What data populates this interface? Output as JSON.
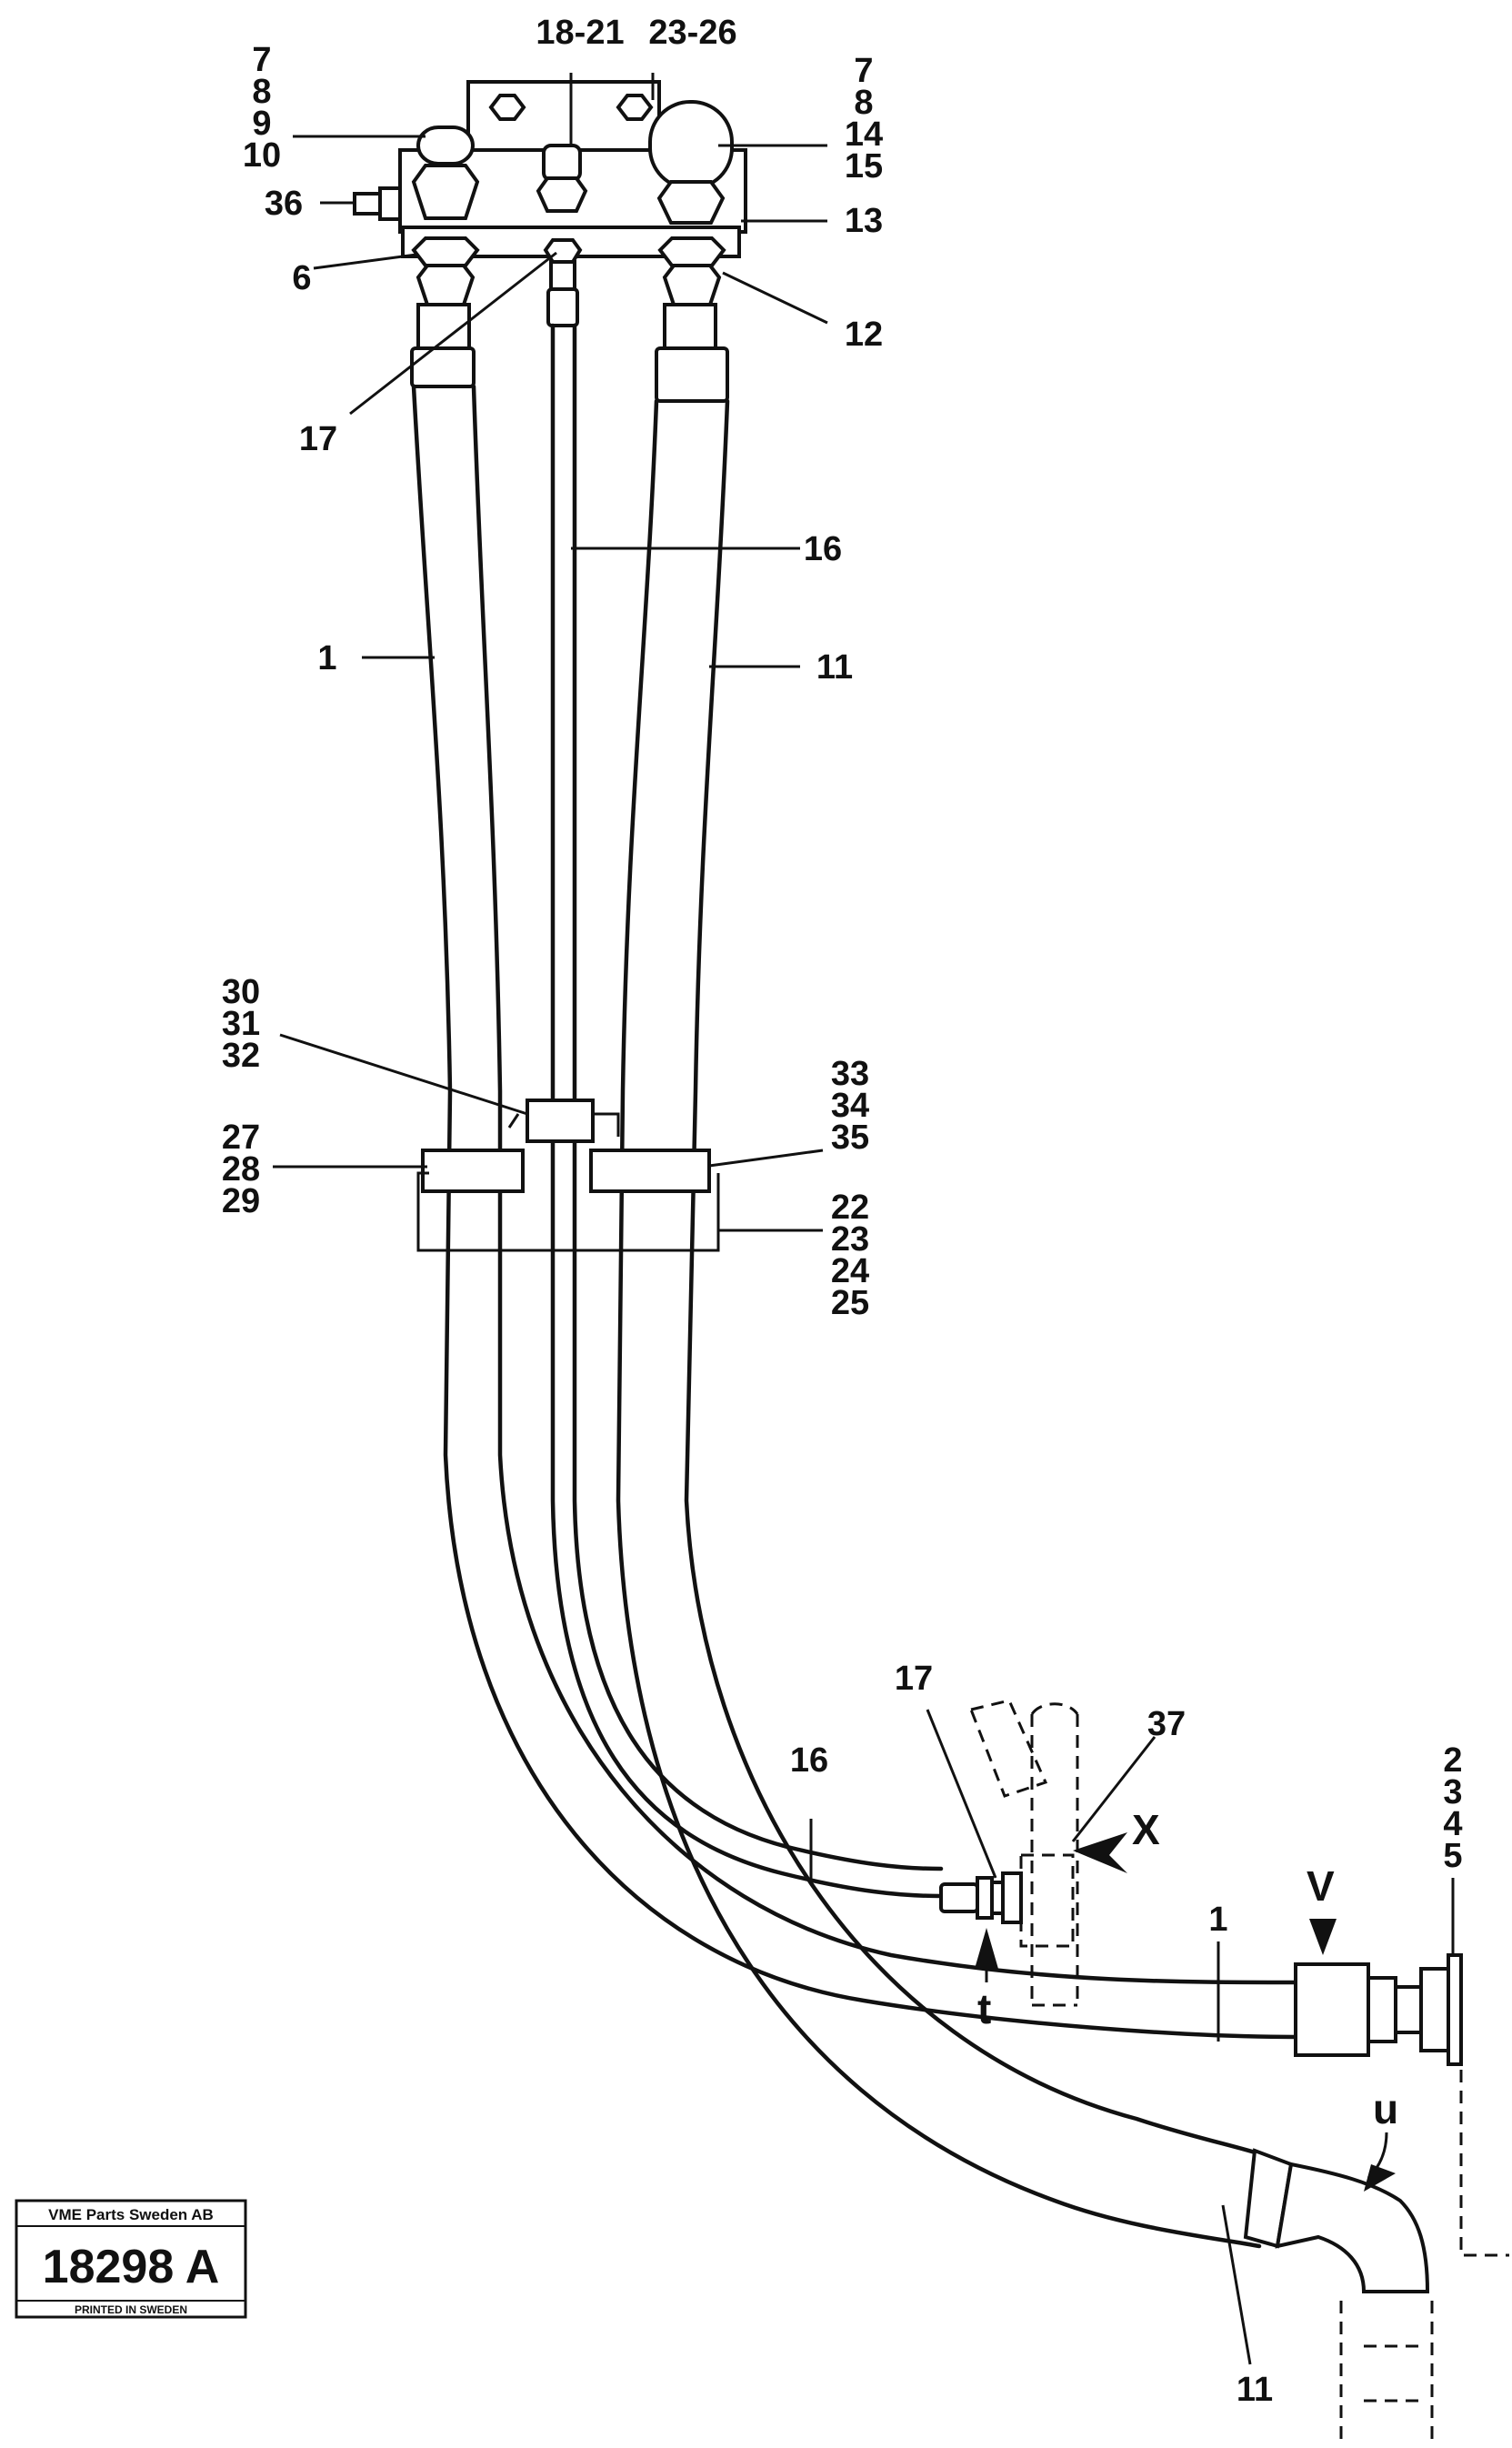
{
  "callouts": {
    "c7a": "7",
    "c8a": "8",
    "c9": "9",
    "c10": "10",
    "c18_21": "18-21",
    "c23_26": "23-26",
    "c7b": "7",
    "c8b": "8",
    "c14": "14",
    "c15": "15",
    "c36": "36",
    "c13": "13",
    "c6": "6",
    "c12": "12",
    "c17a": "17",
    "c16a": "16",
    "c1a": "1",
    "c11a": "11",
    "c30": "30",
    "c31": "31",
    "c32": "32",
    "c27": "27",
    "c28": "28",
    "c29": "29",
    "c33": "33",
    "c34": "34",
    "c35": "35",
    "c22": "22",
    "c23": "23",
    "c24": "24",
    "c25": "25",
    "c17b": "17",
    "c37": "37",
    "c16b": "16",
    "c2": "2",
    "c3": "3",
    "c4": "4",
    "c5": "5",
    "c1b": "1",
    "c11b": "11"
  },
  "view_markers": {
    "x": "X",
    "v": "V",
    "t": "t",
    "u": "u"
  },
  "catalog_box": {
    "company": "VME Parts Sweden AB",
    "drawing_number": "18298 A",
    "printed": "PRINTED IN SWEDEN"
  }
}
